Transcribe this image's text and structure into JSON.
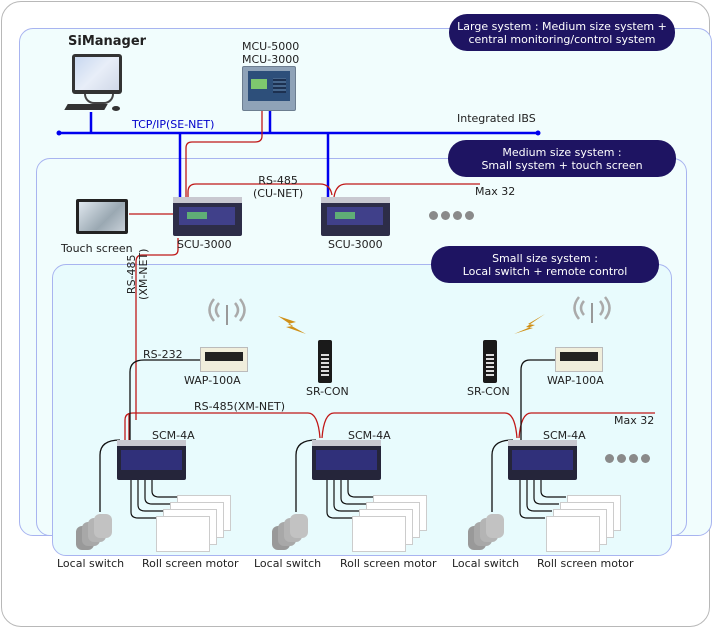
{
  "zones": {
    "large": "Large system : Medium size system + central monitoring/control system",
    "large_lines": [
      "Large system : Medium size system +",
      "central monitoring/control system"
    ],
    "medium_lines": [
      "Medium size system :",
      "Small system + touch screen"
    ],
    "small_lines": [
      "Small size system :",
      "Local switch + remote control"
    ]
  },
  "devices": {
    "simanager": "SiManager",
    "mcu_line1": "MCU-5000",
    "mcu_line2": "MCU-3000",
    "touch_screen": "Touch screen",
    "scu1": "SCU-3000",
    "scu2": "SCU-3000",
    "wap1": "WAP-100A",
    "wap2": "WAP-100A",
    "srcon1": "SR-CON",
    "srcon2": "SR-CON",
    "scm1": "SCM-4A",
    "scm2": "SCM-4A",
    "scm3": "SCM-4A",
    "local_switch": "Local switch",
    "roll_screen": "Roll screen motor"
  },
  "networks": {
    "tcpip": "TCP/IP(SE-NET)",
    "integrated": "Integrated IBS",
    "cunet_line1": "RS-485",
    "cunet_line2": "(CU-NET)",
    "max_medium": "Max 32",
    "max_small": "Max 32",
    "xmnet_vertical_line1": "RS-485",
    "xmnet_vertical_line2": "(XM-NET)",
    "rs232": "RS-232",
    "xmnet_horizontal": "RS-485(XM-NET)"
  },
  "colors": {
    "pill": "#1e1462",
    "tcpip_bus": "#0000ee",
    "rs485": "#c01818",
    "control_wire": "#111111"
  }
}
